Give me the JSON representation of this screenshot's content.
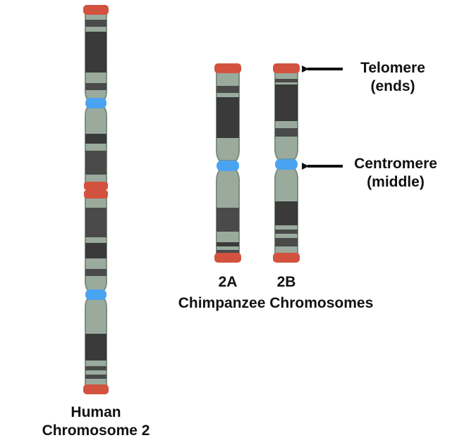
{
  "colors": {
    "body": "#9aab9d",
    "outline": "#7a8e7e",
    "dark_band": "#4a4a4a",
    "darker_band": "#3a3a3a",
    "telomere": "#d2523f",
    "centromere": "#4aa3f0",
    "text": "#111111"
  },
  "labels": {
    "human_line1": "Human",
    "human_line2": "Chromosome 2",
    "chimp_2a": "2A",
    "chimp_2b": "2B",
    "chimp_caption": "Chimpanzee Chromosomes",
    "telomere_line1": "Telomere",
    "telomere_line2": "(ends)",
    "centromere_line1": "Centromere",
    "centromere_line2": "(middle)"
  },
  "chromosomes": [
    {
      "id": "human-chromosome-2",
      "telomeres": [
        "top",
        "fusion-site",
        "bottom"
      ],
      "centromeres": 2,
      "vestigial_centromere": true
    },
    {
      "id": "chimp-chromosome-2a",
      "telomeres": [
        "top",
        "bottom"
      ],
      "centromeres": 1
    },
    {
      "id": "chimp-chromosome-2b",
      "telomeres": [
        "top",
        "bottom"
      ],
      "centromeres": 1
    }
  ]
}
